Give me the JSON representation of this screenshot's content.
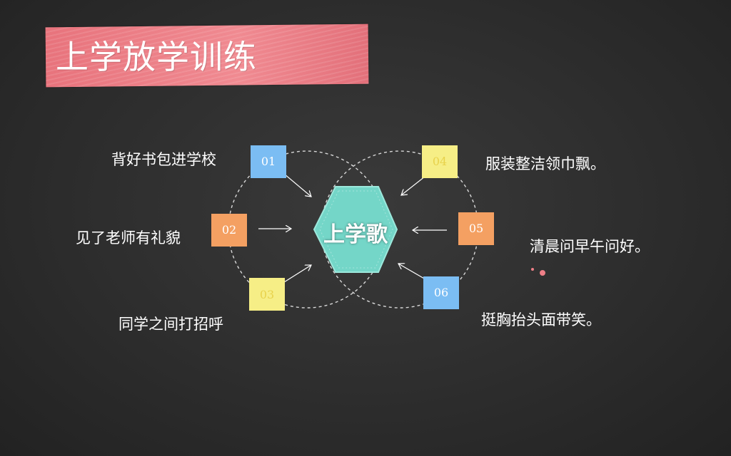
{
  "title": "上学放学训练",
  "center": {
    "label": "上学歌"
  },
  "nodes": [
    {
      "number": "01",
      "text": "背好书包进学校",
      "color": "#7bbdf3"
    },
    {
      "number": "02",
      "text": "见了老师有礼貌",
      "color": "#f4a062"
    },
    {
      "number": "03",
      "text": "同学之间打招呼",
      "color": "#f6ee86"
    },
    {
      "number": "04",
      "text": "服装整洁领巾飘。",
      "color": "#f6ee86"
    },
    {
      "number": "05",
      "text": "清晨问早午问好。",
      "color": "#f4a062"
    },
    {
      "number": "06",
      "text": "挺胸抬头面带笑。",
      "color": "#7bbdf3"
    }
  ],
  "colors": {
    "banner": "#ee7f87",
    "hexagon": "#74d6c8",
    "background": "#2f2f2f"
  }
}
